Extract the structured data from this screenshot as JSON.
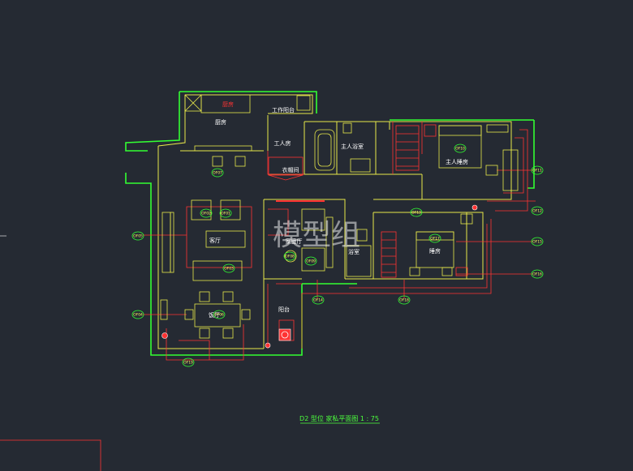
{
  "rooms": {
    "kitchen": "厨房",
    "work_balcony": "工作阳台",
    "maid_room": "工人房",
    "master_bath": "主人浴室",
    "master_bedroom": "主人睡房",
    "living_room": "客厅",
    "dining_room": "饭厅",
    "balcony": "阳台",
    "bathroom": "浴室",
    "bedroom": "睡房",
    "wardrobe": "衣帽间",
    "lounge": "家庭厅"
  },
  "kitchen_mark": "厨房",
  "tags": [
    "OF01",
    "OF02",
    "OF03",
    "OF04",
    "OF05",
    "OF06",
    "OF07",
    "OF08",
    "OF09",
    "OF10",
    "OF11",
    "OF12",
    "OF13",
    "OF14",
    "OF15",
    "OF16",
    "OF17",
    "OF18",
    "OF19"
  ],
  "watermark": "模型组",
  "caption": "D2 型位 家私平面图 1 : 75"
}
